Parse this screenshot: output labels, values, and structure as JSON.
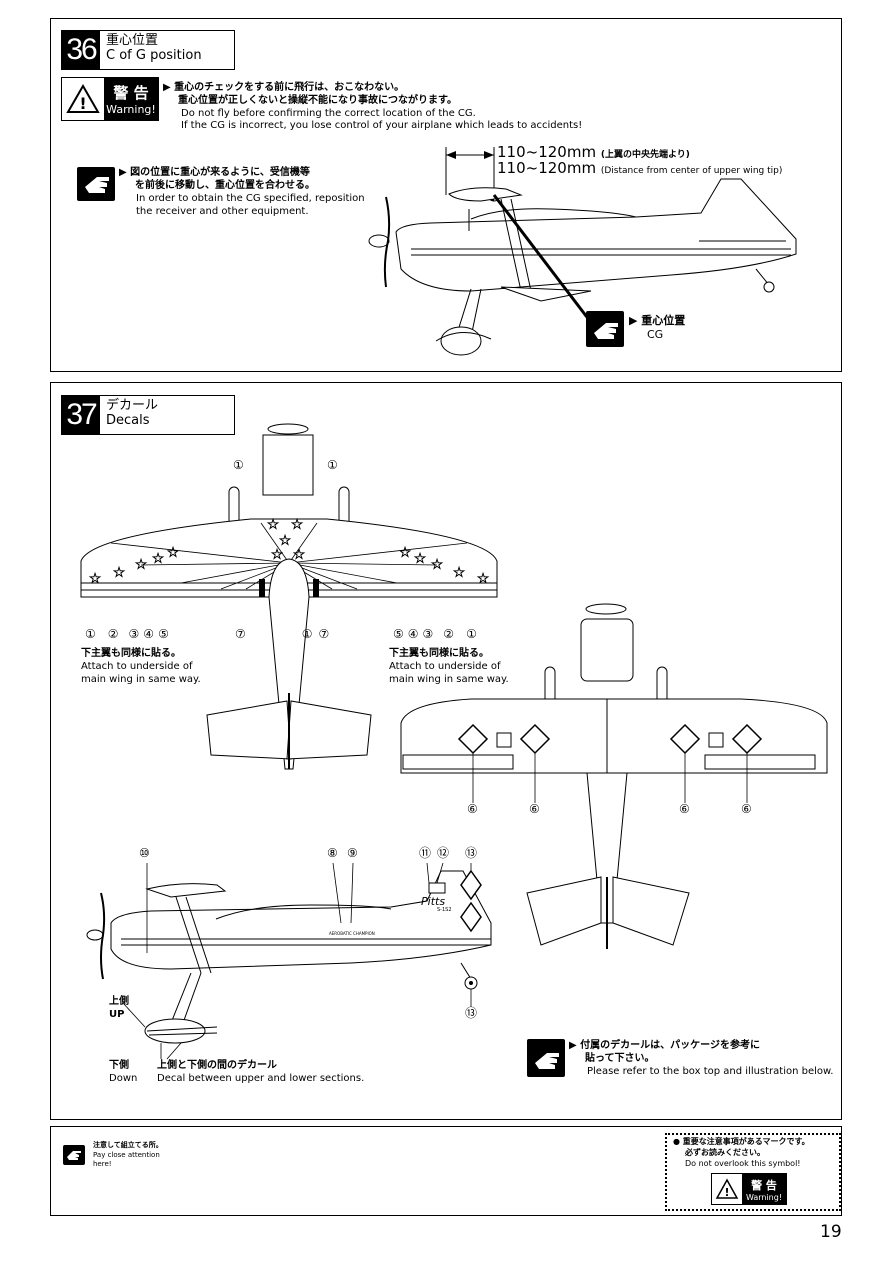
{
  "step36": {
    "number": "36",
    "title_jp": "重心位置",
    "title_en": "C of G position",
    "warning_jp": "警 告",
    "warning_en": "Warning!",
    "warn_line1": "▶ 重心のチェックをする前に飛行は、おこなわない。",
    "warn_line2": "重心位置が正しくないと操縦不能になり事故につながります。",
    "warn_line3": "Do not fly before confirming the correct location of the CG.",
    "warn_line4": "If the CG is incorrect, you lose control of your airplane which leads to accidents!",
    "note_line1": "▶ 図の位置に重心が来るように、受信機等",
    "note_line2": "を前後に移動し、重心位置を合わせる。",
    "note_line3": "In order to obtain the CG specified, reposition",
    "note_line4": "the receiver and other equipment.",
    "dim_line1": "110~120mm",
    "dim_line1_note": "(上翼の中央先端より)",
    "dim_line2": "110~120mm",
    "dim_line2_note": "(Distance from center of upper wing tip)",
    "cg_jp": "▶ 重心位置",
    "cg_en": "CG"
  },
  "step37": {
    "number": "37",
    "title_jp": "デカール",
    "title_en": "Decals",
    "left_nums": [
      "①",
      "②",
      "③",
      "④",
      "⑤"
    ],
    "right_nums": [
      "⑤",
      "④",
      "③",
      "②",
      "①"
    ],
    "top_nums": [
      "①",
      "①"
    ],
    "center_nums": [
      "⑦",
      "①",
      "⑦"
    ],
    "under_jp": "下主翼も同様に貼る。",
    "under_en1": "Attach to underside of",
    "under_en2": "main wing in same way.",
    "six": "⑥",
    "side_nums": [
      "⑩",
      "⑧",
      "⑨",
      "⑪",
      "⑫",
      "⑬"
    ],
    "thirteen": "⑬",
    "up_jp": "上側",
    "up_en": "UP",
    "down_jp": "下側",
    "down_en": "Down",
    "between_jp": "上側と下側の間のデカール",
    "between_en": "Decal between upper and lower sections.",
    "box_line1": "▶ 付属のデカールは、パッケージを参考に",
    "box_line2": "貼って下さい。",
    "box_line3": "Please refer to the box top and illustration below.",
    "fuse_text1": "AEROBATIC CHAMPION",
    "fuse_text2": "S-1S2",
    "fuse_text3": "Pitts"
  },
  "footer": {
    "left_jp": "注意して組立てる所。",
    "left_en1": "Pay close attention",
    "left_en2": "here!",
    "right_jp1": "● 重要な注意事項があるマークです。",
    "right_jp2": "必ずお読みください。",
    "right_en": "Do not overlook this symbol!",
    "warning_jp": "警 告",
    "warning_en": "Warning!"
  },
  "page_number": "19"
}
